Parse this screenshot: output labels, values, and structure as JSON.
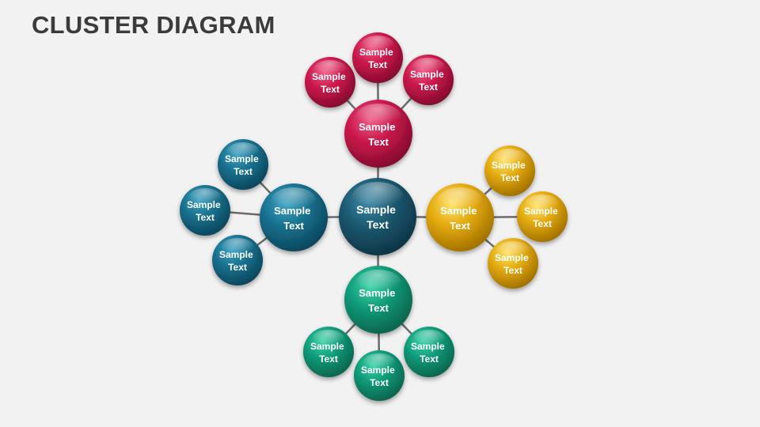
{
  "title": "CLUSTER DIAGRAM",
  "colors": {
    "background": "#f2f2f2",
    "title": "#3b3b3b",
    "connector": "#6b6b6b",
    "center": "#1b5870",
    "red": "#c9174a",
    "blue": "#17708e",
    "gold": "#e3a90c",
    "green": "#0f9a78"
  },
  "nodes": {
    "center": {
      "line1": "Sample",
      "line2": "Text"
    },
    "red_hub": {
      "line1": "Sample",
      "line2": "Text"
    },
    "red_left": {
      "line1": "Sample",
      "line2": "Text"
    },
    "red_top": {
      "line1": "Sample",
      "line2": "Text"
    },
    "red_right": {
      "line1": "Sample",
      "line2": "Text"
    },
    "blue_hub": {
      "line1": "Sample",
      "line2": "Text"
    },
    "blue_top": {
      "line1": "Sample",
      "line2": "Text"
    },
    "blue_mid": {
      "line1": "Sample",
      "line2": "Text"
    },
    "blue_bottom": {
      "line1": "Sample",
      "line2": "Text"
    },
    "gold_hub": {
      "line1": "Sample",
      "line2": "Text"
    },
    "gold_top": {
      "line1": "Sample",
      "line2": "Text"
    },
    "gold_mid": {
      "line1": "Sample",
      "line2": "Text"
    },
    "gold_bottom": {
      "line1": "Sample",
      "line2": "Text"
    },
    "green_hub": {
      "line1": "Sample",
      "line2": "Text"
    },
    "green_left": {
      "line1": "Sample",
      "line2": "Text"
    },
    "green_bottom": {
      "line1": "Sample",
      "line2": "Text"
    },
    "green_right": {
      "line1": "Sample",
      "line2": "Text"
    }
  }
}
